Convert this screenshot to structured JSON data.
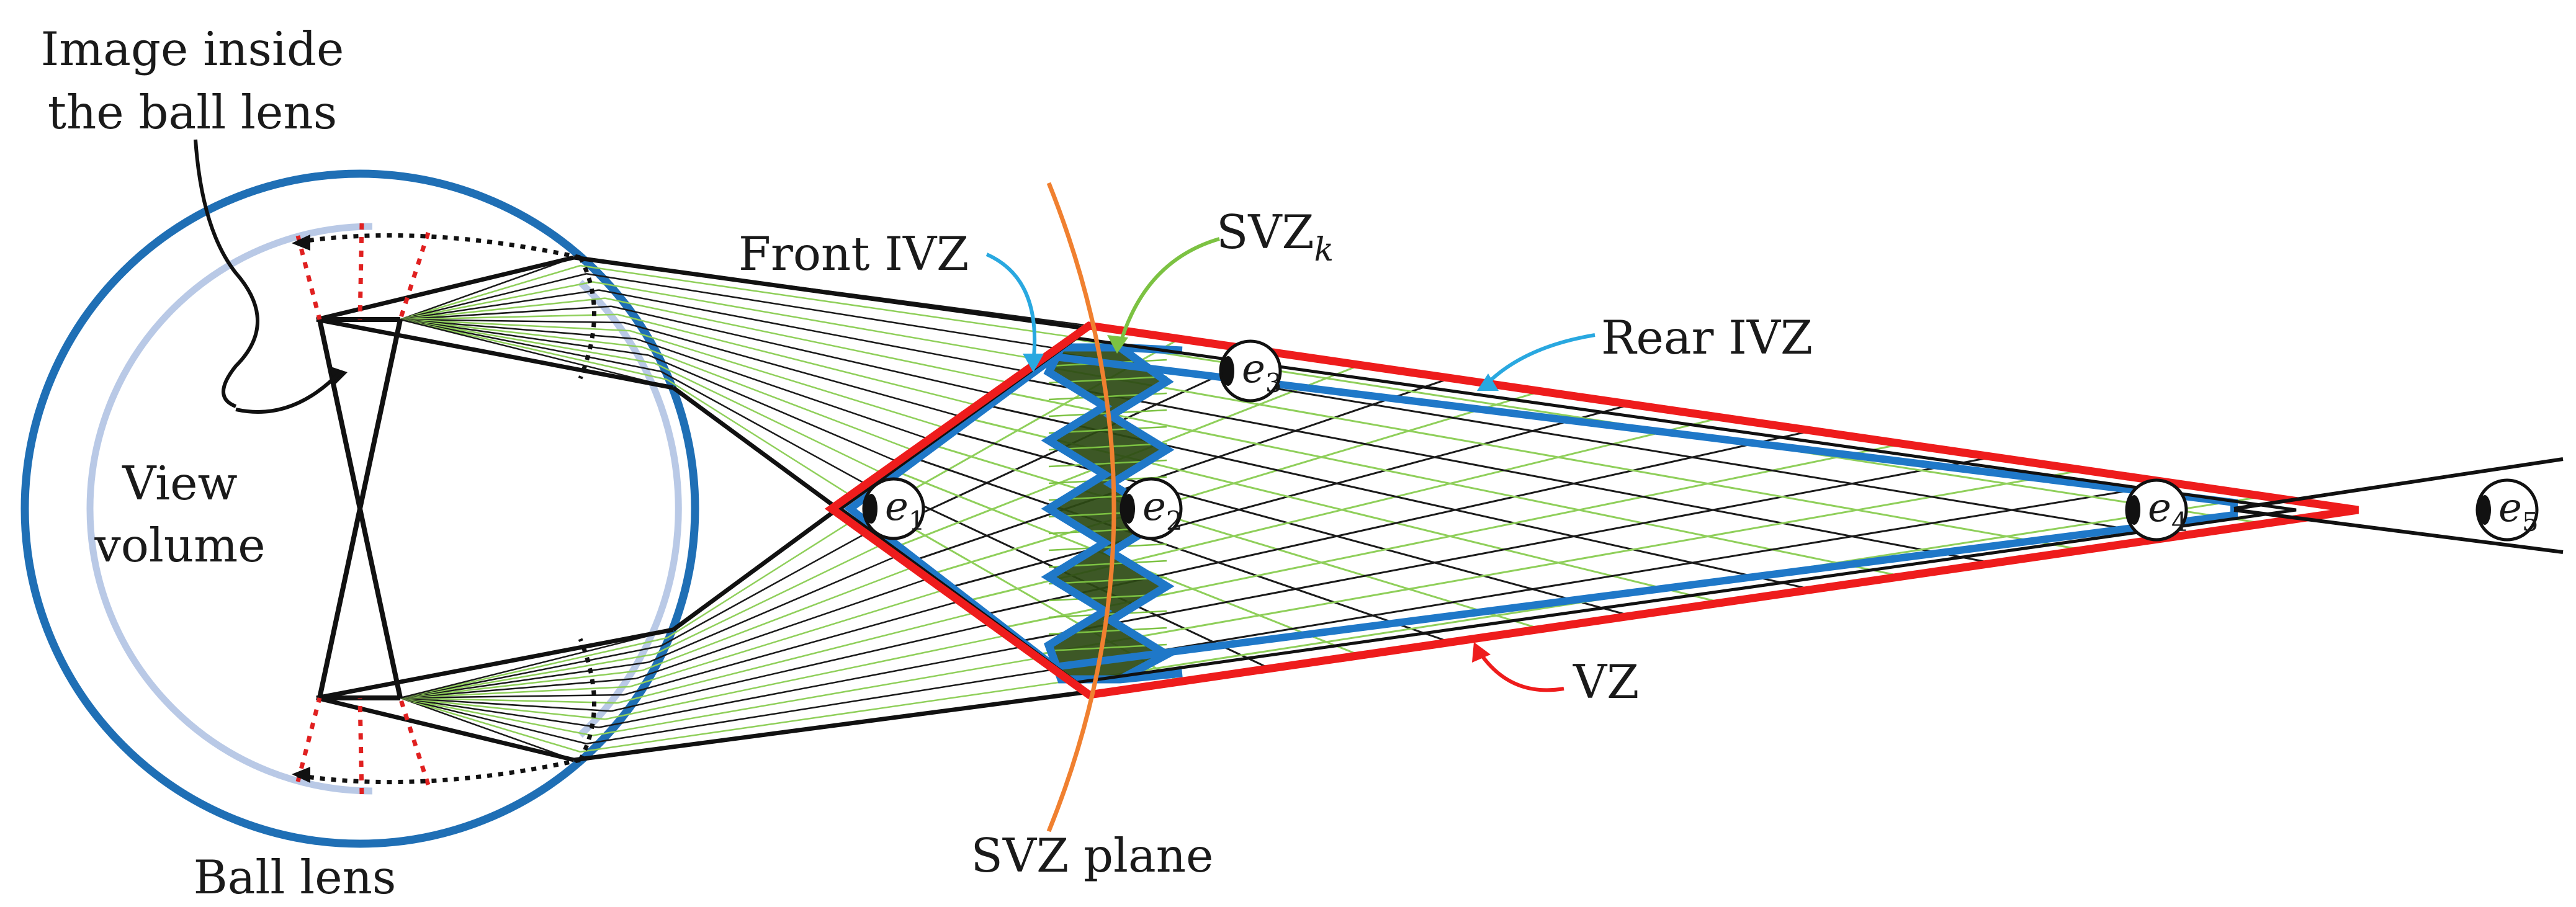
{
  "labels": {
    "image_inside_line1": "Image inside",
    "image_inside_line2": "the ball lens",
    "view_volume_line1": "View",
    "view_volume_line2": "volume",
    "ball_lens": "Ball lens",
    "front_ivz": "Front IVZ",
    "svz_k_main": "SVZ",
    "svz_k_sub": "k",
    "rear_ivz": "Rear IVZ",
    "vz": "VZ",
    "svz_plane": "SVZ plane"
  },
  "eyes": [
    {
      "letter": "e",
      "sub": "1"
    },
    {
      "letter": "e",
      "sub": "2"
    },
    {
      "letter": "e",
      "sub": "3"
    },
    {
      "letter": "e",
      "sub": "4"
    },
    {
      "letter": "e",
      "sub": "5"
    }
  ],
  "colors": {
    "ball_lens": "#1f6fb5",
    "inner_arc": "#b9c9e6",
    "vz": "#ee1c1c",
    "ivz": "#1f78c8",
    "svz_plane": "#f08030",
    "svz_fill": "#2d4a14",
    "green_rays": "#8fcf5a",
    "dark_rays": "#1a1a1a",
    "image_dots": "#e02020",
    "annotation_cyan": "#29a8e0",
    "annotation_green": "#7cc242"
  }
}
